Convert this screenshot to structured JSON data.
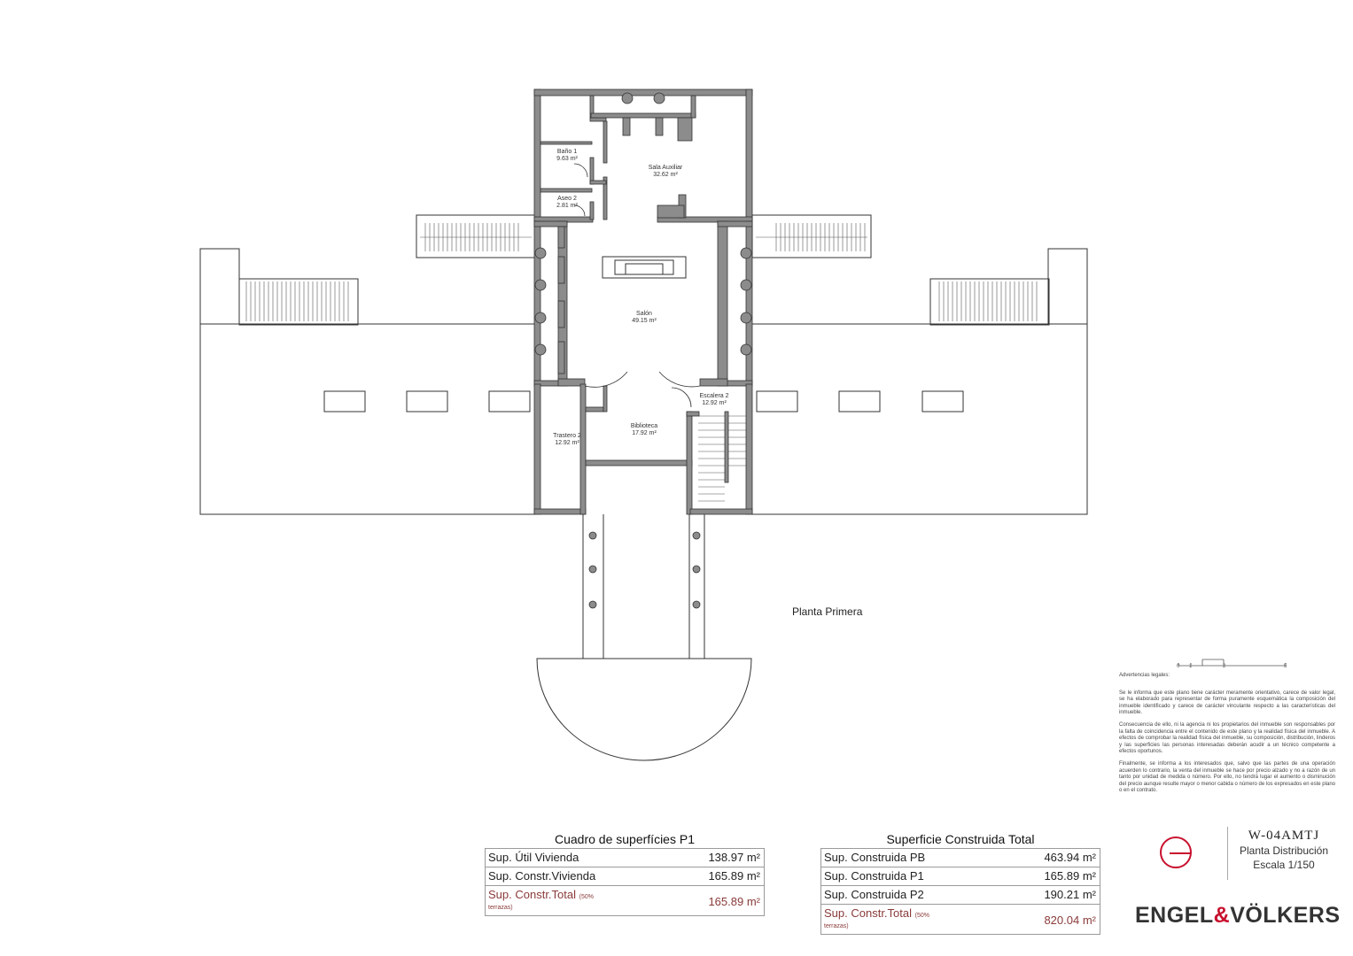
{
  "plan": {
    "floor_title": "Planta Primera",
    "rooms": [
      {
        "id": "bano1",
        "name": "Baño 1",
        "area": "9.63 m²"
      },
      {
        "id": "aseo2",
        "name": "Aseo 2",
        "area": "2.81 m²"
      },
      {
        "id": "sala",
        "name": "Sala Auxiliar",
        "area": "32.62 m²"
      },
      {
        "id": "salon",
        "name": "Salón",
        "area": "49.15 m²"
      },
      {
        "id": "escalera",
        "name": "Escalera 2",
        "area": "12.92 m²"
      },
      {
        "id": "biblioteca",
        "name": "Biblioteca",
        "area": "17.92 m²"
      },
      {
        "id": "trastero",
        "name": "Trastero 2",
        "area": "12.92 m²"
      }
    ]
  },
  "scale_bar": {
    "ticks": [
      "0",
      "1",
      "2",
      "5"
    ]
  },
  "legal": {
    "title": "Advertencias legales:",
    "paragraphs": [
      "Se le informa que este plano tiene carácter meramente orientativo, carece de valor legal, se ha elaborado para representar de forma puramente esquemática la composición del inmueble identificado y carece de carácter vinculante respecto a las características del inmueble.",
      "Consecuencia de ello, ni la agencia ni los propietarios del inmueble son responsables por la falta de coincidencia entre el contenido de este plano y la realidad física del inmueble. A efectos de comprobar la realidad física del inmueble, su composición, distribución, linderos y las superficies las personas interesadas deberán acudir a un técnico competente a efectos oportunos.",
      "Finalmente, se informa a los interesados que, salvo que las partes de una operación acuerden lo contrario, la venta del inmueble se hace por precio alzado y no a razón de un tanto por unidad de medida o número. Por ello, no tendrá lugar el aumento o disminución del precio aunque resulte mayor o menor cabida o número de los expresados en este plano o en el contrato."
    ]
  },
  "table_p1": {
    "title": "Cuadro de superfícies P1",
    "rows": [
      {
        "label": "Sup. Útil Vivienda",
        "value": "138.97 m²"
      },
      {
        "label": "Sup. Constr.Vivienda",
        "value": "165.89 m²"
      }
    ],
    "total": {
      "label": "Sup. Constr.Total",
      "note": "(50%",
      "note2": "terrazas)",
      "value": "165.89 m²"
    }
  },
  "table_total": {
    "title": "Superficie Construida Total",
    "rows": [
      {
        "label": "Sup. Construida PB",
        "value": "463.94 m²"
      },
      {
        "label": "Sup. Construida P1",
        "value": "165.89 m²"
      },
      {
        "label": "Sup. Construida P2",
        "value": "190.21 m²"
      }
    ],
    "total": {
      "label": "Sup. Constr.Total",
      "note": "(50%",
      "note2": "terrazas)",
      "value": "820.04 m²"
    }
  },
  "reference": {
    "code": "W-04AMTJ",
    "line1": "Planta Distribución",
    "line2": "Escala 1/150"
  },
  "brand": {
    "part1": "ENGEL",
    "amp": "&",
    "part2": "VÖLKERS",
    "accent_color": "#c8102e"
  }
}
